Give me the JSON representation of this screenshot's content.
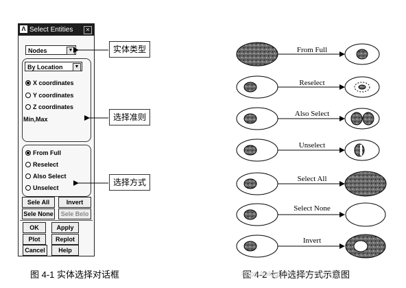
{
  "dialog": {
    "title": "Select Entities",
    "entity_combo": "Nodes",
    "method_combo": "By Location",
    "coords": [
      {
        "label": "X coordinates",
        "selected": true
      },
      {
        "label": "Y coordinates",
        "selected": false
      },
      {
        "label": "Z coordinates",
        "selected": false
      }
    ],
    "minmax_label": "Min,Max",
    "modes": [
      {
        "label": "From Full",
        "selected": true
      },
      {
        "label": "Reselect",
        "selected": false
      },
      {
        "label": "Also Select",
        "selected": false
      },
      {
        "label": "Unselect",
        "selected": false
      }
    ],
    "sele_all": "Sele All",
    "invert": "Invert",
    "sele_none": "Sele None",
    "sele_belo": "Sele Belo",
    "ok": "OK",
    "apply": "Apply",
    "plot": "Plot",
    "replot": "Replot",
    "cancel": "Cancel",
    "help": "Help"
  },
  "callouts": {
    "entity_type": "实体类型",
    "criteria": "选择准则",
    "mode": "选择方式"
  },
  "captions": {
    "fig1": "图 4-1    实体选择对话框",
    "fig2": "图 4-2    七种选择方式示意图"
  },
  "operations": [
    {
      "label": "From Full"
    },
    {
      "label": "Reselect"
    },
    {
      "label": "Also Select"
    },
    {
      "label": "Unselect"
    },
    {
      "label": "Select All"
    },
    {
      "label": "Select None"
    },
    {
      "label": "Invert"
    }
  ],
  "watermark": "https://blog.csdn.net/...93063"
}
